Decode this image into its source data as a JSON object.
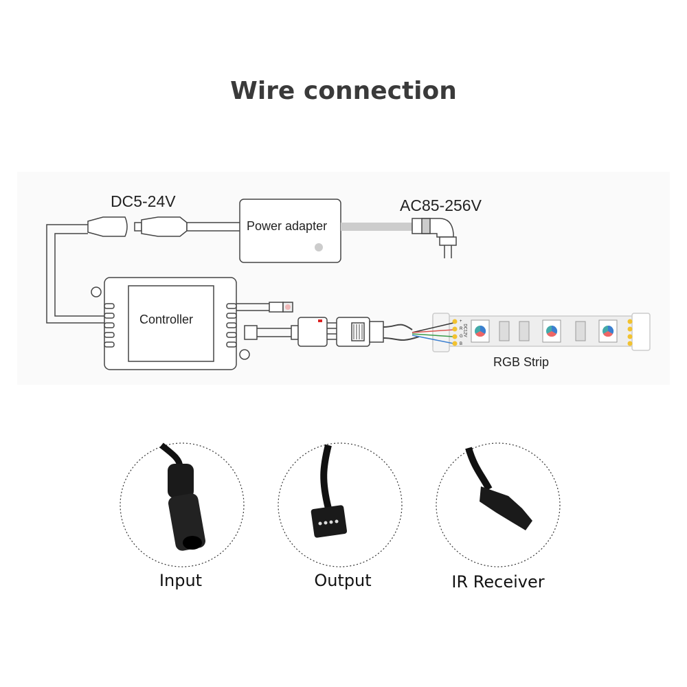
{
  "title": "Wire connection",
  "diagram": {
    "dc_voltage": "DC5-24V",
    "ac_voltage": "AC85-256V",
    "power_adapter": "Power adapter",
    "controller": "Controller",
    "rgb_strip": "RGB Strip",
    "strip_voltage": "DC12V",
    "strip_pins": [
      "+",
      "R",
      "G",
      "B"
    ]
  },
  "ports": [
    {
      "label": "Input"
    },
    {
      "label": "Output"
    },
    {
      "label": "IR Receiver"
    }
  ],
  "colors": {
    "red_wire": "#d9534f",
    "green_wire": "#3a9a4a",
    "blue_wire": "#3b7fd0",
    "pad": "#f2c230"
  }
}
